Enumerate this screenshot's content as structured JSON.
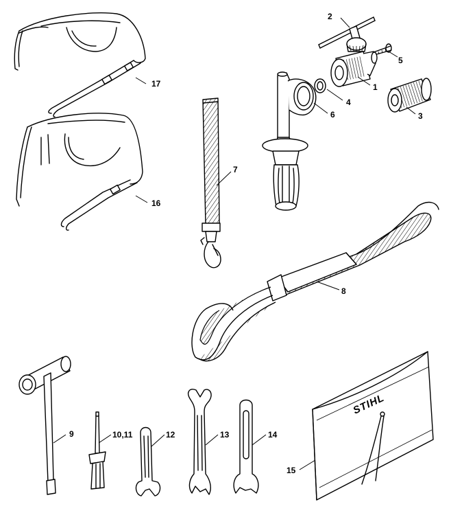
{
  "logo_text": "STIHL",
  "callouts": {
    "p1": "1",
    "p2": "2",
    "p3": "3",
    "p4": "4",
    "p5": "5",
    "p6": "6",
    "p7": "7",
    "p8": "8",
    "p9": "9",
    "p10_11": "10,11",
    "p12": "12",
    "p13": "13",
    "p14": "14",
    "p15": "15",
    "p16": "16",
    "p17": "17"
  }
}
